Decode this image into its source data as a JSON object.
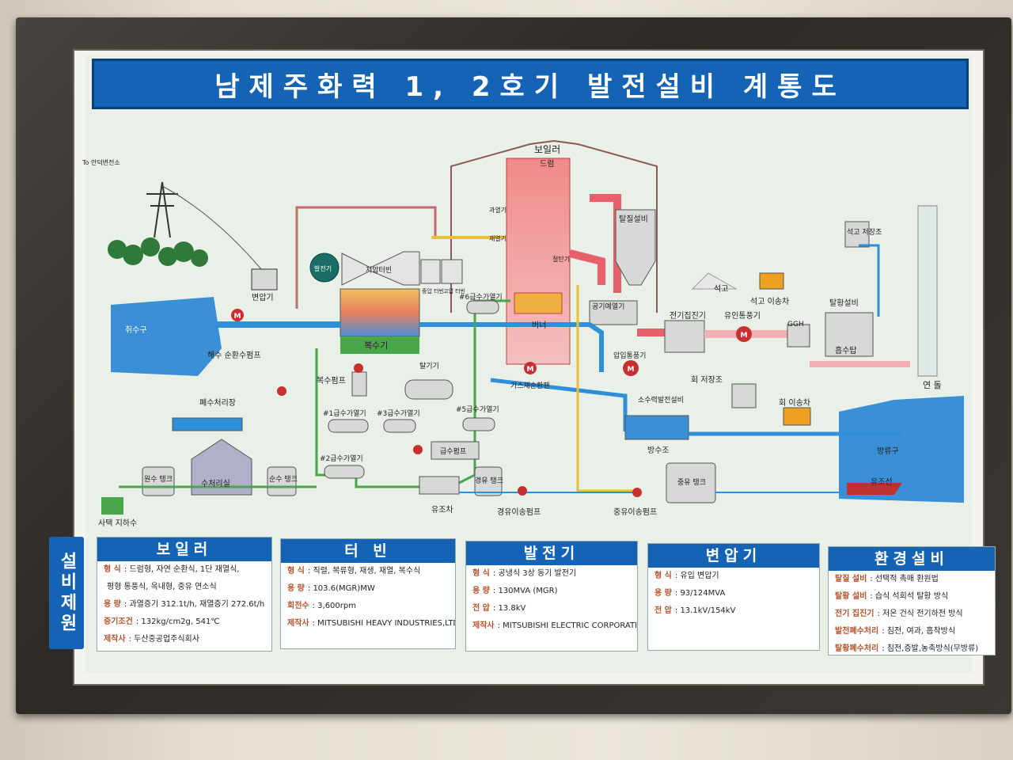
{
  "title": "남제주화력 1, 2호기 발전설비 계통도",
  "diagram": {
    "boiler": "보일러",
    "drum": "드럼",
    "superheater": "과열기",
    "reheater": "재열기",
    "economizer": "절탄기",
    "burner": "버너",
    "gas_recirc_fan": "가스재순환팬",
    "air_preheater": "공기예열기",
    "fd_fan": "압입통풍기",
    "desulf": "탈질설비",
    "to_substation": "To 안덕변전소",
    "transformer": "변압기",
    "generator": "발전기",
    "lp_turbine": "저압터빈",
    "ip_turbine": "중압 터빈",
    "hp_turbine": "고압 터빈",
    "condenser": "복수기",
    "intake": "취수구",
    "cw_pump": "해수 순환수펌프",
    "waste_water": "폐수처리장",
    "condensate_pump": "복수펌프",
    "deaerator": "탈기기",
    "heater1": "#1급수가열기",
    "heater2": "#2급수가열기",
    "heater3": "#3급수가열기",
    "heater5": "#5급수가열기",
    "heater6": "#6급수가열기",
    "feed_pump": "급수펌프",
    "raw_tank": "원수 탱크",
    "water_treat": "수처리실",
    "pure_tank": "순수 탱크",
    "groundwater": "사택 지하수",
    "oil_truck": "유조차",
    "light_oil_tank": "경유 탱크",
    "light_oil_pump": "경유이송펌프",
    "heavy_oil_pump": "중유이송펌프",
    "heavy_oil_tank": "중유 탱크",
    "esp": "전기집진기",
    "id_fan": "유인통풍기",
    "ggh": "GGH",
    "fgd": "탈황설비",
    "absorber": "흡수탑",
    "gypsum": "석고",
    "gypsum_truck": "석고 이송차",
    "gypsum_store": "석고 저장조",
    "stack": "연 돌",
    "ash_store": "회 저장조",
    "ash_truck": "회 이송차",
    "hydro": "소수력발전설비",
    "discharge_tank": "방수조",
    "outlet": "방류구",
    "tanker": "유조선",
    "motor": "M"
  },
  "side_label": "설비제원",
  "specs": {
    "boiler": {
      "header": "보일러",
      "rows": [
        {
          "k": "형  식",
          "v": ": 드럼형, 자연 순환식, 1단 재열식,"
        },
        {
          "k": "",
          "v": "평형 통풍식, 옥내형, 중유 연소식"
        },
        {
          "k": "용  량",
          "v": ": 과열증기 312.1t/h, 재열증기 272.6t/h"
        },
        {
          "k": "증기조건",
          "v": ": 132kg/cm2g, 541℃"
        },
        {
          "k": "제작사",
          "v": ": 두산중공업주식회사"
        }
      ]
    },
    "turbine": {
      "header": "터 빈",
      "rows": [
        {
          "k": "형  식",
          "v": ": 직렬, 복류형, 재생, 재열, 복수식"
        },
        {
          "k": "용  량",
          "v": ": 103.6(MGR)MW"
        },
        {
          "k": "회전수",
          "v": ": 3,600rpm"
        },
        {
          "k": "제작사",
          "v": ": MITSUBISHI HEAVY INDUSTRIES,LTD."
        }
      ]
    },
    "generator": {
      "header": "발전기",
      "rows": [
        {
          "k": "형  식",
          "v": ": 공냉식 3상 동기 발전기"
        },
        {
          "k": "용  량",
          "v": ": 130MVA (MGR)"
        },
        {
          "k": "전  압",
          "v": ": 13.8kV"
        },
        {
          "k": "제작사",
          "v": ": MITSUBISHI ELECTRIC CORPORATION"
        }
      ]
    },
    "transformer": {
      "header": "변압기",
      "rows": [
        {
          "k": "형  식",
          "v": ": 유입 변압기"
        },
        {
          "k": "용  량",
          "v": ": 93/124MVA"
        },
        {
          "k": "전  압",
          "v": ": 13.1kV/154kV"
        }
      ]
    },
    "env": {
      "header": "환경설비",
      "rows": [
        {
          "k": "탈질 설비",
          "v": ": 선택적 촉매 환원법"
        },
        {
          "k": "탈황 설비",
          "v": ": 습식 석회석 탈황 방식"
        },
        {
          "k": "전기 집진기",
          "v": ": 저온 건식 전기하전 방식"
        },
        {
          "k": "발전폐수처리",
          "v": ": 침전, 여과, 흡착방식"
        },
        {
          "k": "탈황폐수처리",
          "v": ": 침전,증발,농축방식(무방류)"
        }
      ]
    }
  },
  "colors": {
    "title_blue": "#1463b4",
    "water_blue": "#2f8fd8",
    "steam_yellow": "#e8c13a",
    "flue_red": "#e8616a",
    "flue_pink": "#f2b0b4",
    "feed_green": "#49a64a",
    "air_blue": "#7fb8e8"
  }
}
